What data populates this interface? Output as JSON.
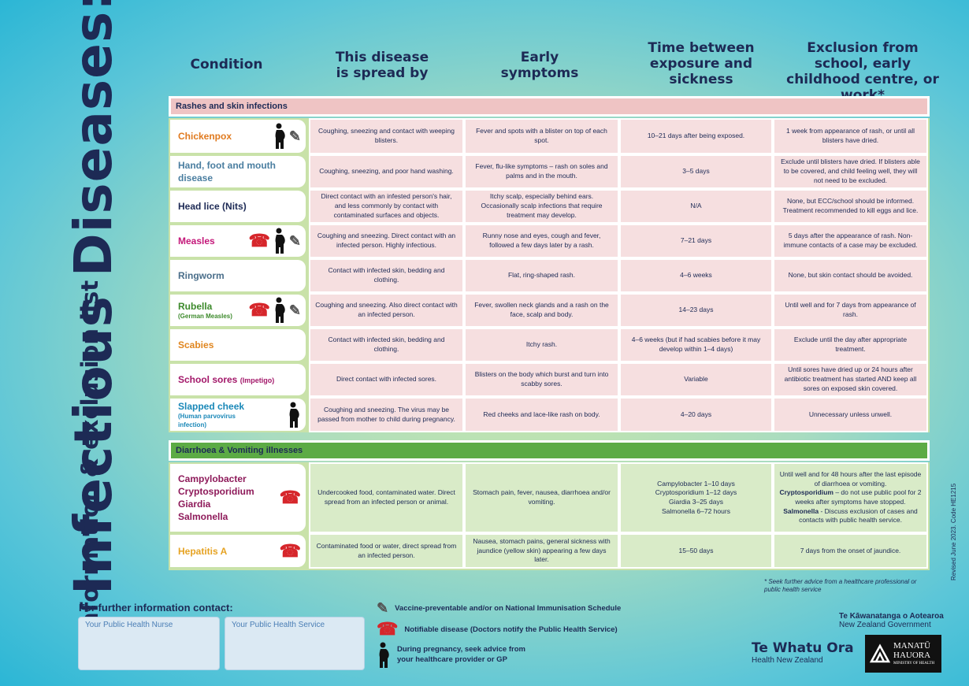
{
  "title": {
    "main": "Infectious Diseases:",
    "sub": "information & exclusion list"
  },
  "headers": {
    "condition": "Condition",
    "spread": "This disease is spread by",
    "symptoms": "Early symptoms",
    "time": "Time between exposure and sickness",
    "exclusion": "Exclusion from school, early childhood centre, or work*"
  },
  "sections": {
    "rash": "Rashes and skin infections",
    "diarrhoea": "Diarrhoea & Vomiting illnesses"
  },
  "colors": {
    "chickenpox": "#e07a1f",
    "hfmd": "#4a7ea0",
    "headlice": "#1d2a55",
    "measles": "#c4187a",
    "ringworm": "#4a6e8a",
    "rubella": "#3d8a2c",
    "scabies": "#e0861f",
    "schoolsores": "#a3186a",
    "slapped": "#1a88b8",
    "gastro": "#8e1a5a",
    "hepa": "#e6a323"
  },
  "rash_rows": [
    {
      "name": "Chickenpox",
      "sub": "",
      "icons": [
        "pregnancy-icon",
        "vaccine-icon"
      ],
      "spread": "Coughing, sneezing and contact with weeping blisters.",
      "symptoms": "Fever and spots with a blister on top of each spot.",
      "time": "10–21 days after being exposed.",
      "exclusion": "1 week from appearance of rash, or until all blisters have dried."
    },
    {
      "name": "Hand, foot and mouth disease",
      "sub": "",
      "icons": [],
      "spread": "Coughing, sneezing, and poor hand washing.",
      "symptoms": "Fever, flu-like symptoms – rash on soles and palms and in the mouth.",
      "time": "3–5 days",
      "exclusion": "Exclude until blisters have dried. If blisters able to be covered, and child feeling well, they will not need to be excluded."
    },
    {
      "name": "Head lice (Nits)",
      "sub": "",
      "icons": [],
      "spread": "Direct contact with an infested person's hair, and less commonly by contact with contaminated surfaces and objects.",
      "symptoms": "Itchy scalp, especially behind ears. Occasionally scalp infections that require treatment may develop.",
      "time": "N/A",
      "exclusion": "None, but ECC/school should be informed. Treatment recommended to kill eggs and lice."
    },
    {
      "name": "Measles",
      "sub": "",
      "icons": [
        "phone-icon",
        "pregnancy-icon",
        "vaccine-icon"
      ],
      "spread": "Coughing and sneezing. Direct contact with an infected person. Highly infectious.",
      "symptoms": "Runny nose and eyes, cough and fever, followed a few days later by a rash.",
      "time": "7–21 days",
      "exclusion": "5 days after the appearance of rash. Non-immune contacts of a case may be excluded."
    },
    {
      "name": "Ringworm",
      "sub": "",
      "icons": [],
      "spread": "Contact with infected skin, bedding and clothing.",
      "symptoms": "Flat, ring-shaped rash.",
      "time": "4–6 weeks",
      "exclusion": "None, but skin contact should be avoided."
    },
    {
      "name": "Rubella",
      "sub": "(German Measles)",
      "icons": [
        "phone-icon",
        "pregnancy-icon",
        "vaccine-icon"
      ],
      "spread": "Coughing and sneezing. Also direct contact with an infected person.",
      "symptoms": "Fever, swollen neck glands and a rash on the face, scalp and body.",
      "time": "14–23 days",
      "exclusion": "Until well and for 7 days from appearance of rash."
    },
    {
      "name": "Scabies",
      "sub": "",
      "icons": [],
      "spread": "Contact with infected skin, bedding and clothing.",
      "symptoms": "Itchy rash.",
      "time": "4–6 weeks (but if had scabies before it may develop within 1–4 days)",
      "exclusion": "Exclude until the day after appropriate treatment."
    },
    {
      "name": "School sores",
      "sub_inline": "(Impetigo)",
      "icons": [],
      "spread": "Direct contact with infected sores.",
      "symptoms": "Blisters on the body which burst and turn into scabby sores.",
      "time": "Variable",
      "exclusion": "Until sores have dried up or 24 hours after antibiotic treatment has started AND keep all sores on exposed skin covered."
    },
    {
      "name": "Slapped cheek",
      "sub": "(Human parvovirus infection)",
      "icons": [
        "pregnancy-icon"
      ],
      "spread": "Coughing and sneezing. The virus may be passed from mother to child during pregnancy.",
      "symptoms": "Red cheeks and lace-like rash on body.",
      "time": "4–20 days",
      "exclusion": "Unnecessary unless unwell."
    }
  ],
  "diarr_rows": [
    {
      "names": [
        "Campylobacter",
        "Cryptosporidium",
        "Giardia",
        "Salmonella"
      ],
      "spread": "Undercooked food, contaminated water. Direct spread from an infected person or animal.",
      "symptoms": "Stomach pain, fever, nausea, diarrhoea and/or vomiting.",
      "time": [
        "Campylobacter 1–10 days",
        "Cryptosporidium 1–12 days",
        "Giardia 3–25 days",
        "Salmonella 6–72 hours"
      ],
      "exclusion_a": "Until well and for 48 hours after the last episode of diarrhoea or vomiting.",
      "exclusion_b_bold": "Cryptosporidium",
      "exclusion_b": " – do not use public pool for 2 weeks after symptoms have stopped.",
      "exclusion_c_bold": "Salmonella",
      "exclusion_c": " - Discuss exclusion of cases and contacts with public health service."
    },
    {
      "name": "Hepatitis A",
      "spread": "Contaminated food or water, direct spread from an infected person.",
      "symptoms": "Nausea, stomach pains, general sickness with jaundice (yellow skin) appearing a few days later.",
      "time": "15–50 days",
      "exclusion": "7 days from the onset of jaundice."
    }
  ],
  "footnote": "* Seek further advice from a healthcare professional or public health service",
  "revised": "Revised June 2023. Code HE1215",
  "contact": {
    "title": "For further information contact:",
    "nurse": "Your Public Health Nurse",
    "service": "Your Public Health Service"
  },
  "legend": {
    "vaccine": "Vaccine-preventable and/or on National Immunisation Schedule",
    "notifiable": "Notifiable disease (Doctors notify the Public Health Service)",
    "pregnancy_1": "During pregnancy, seek advice from",
    "pregnancy_2": "your healthcare provider or GP"
  },
  "logos": {
    "twora": "Te Whatu Ora",
    "twora_sub": "Health New Zealand",
    "gov": "Te Kāwanatanga o Aotearoa",
    "gov_sub": "New Zealand Government",
    "mh1": "MANATŪ",
    "mh2": "HAUORA",
    "mh3": "MINISTRY OF HEALTH"
  }
}
